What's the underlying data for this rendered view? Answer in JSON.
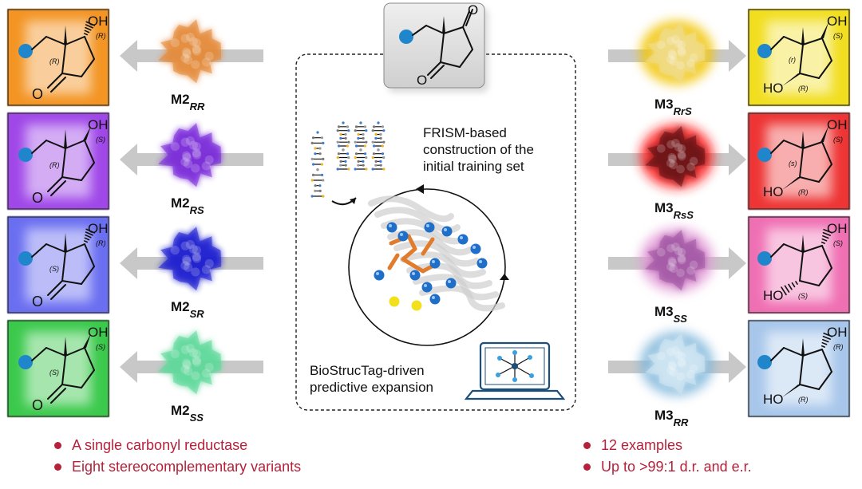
{
  "colors": {
    "accent_text": "#b5213a",
    "substituent_dot": "#1f86cc",
    "arrow_gray": "#c8c8c8"
  },
  "start_material": {
    "icon": "substituted-cyclopentanedione-structure"
  },
  "left_column": [
    {
      "name_main": "M2",
      "name_sub": "RR",
      "oh_config": "(R)",
      "quat_config": "(R)",
      "frame_color": "#f39423",
      "protein_color": "#e48a3a"
    },
    {
      "name_main": "M2",
      "name_sub": "RS",
      "oh_config": "(S)",
      "quat_config": "(R)",
      "frame_color": "#9f47e8",
      "protein_color": "#7a2bd8"
    },
    {
      "name_main": "M2",
      "name_sub": "SR",
      "oh_config": "(R)",
      "quat_config": "(S)",
      "frame_color": "#6a6ef0",
      "protein_color": "#1d1fcf"
    },
    {
      "name_main": "M2",
      "name_sub": "SS",
      "oh_config": "(S)",
      "quat_config": "(S)",
      "frame_color": "#3bc94c",
      "protein_color": "#5fd89a"
    }
  ],
  "right_column": [
    {
      "name_main": "M3",
      "name_sub": "RrS",
      "oh_top": "(S)",
      "oh_bottom": "(R)",
      "quat_config": "(r)",
      "frame_color": "#f1de1f",
      "protein_color": "#f0dc88",
      "glow": "#f2c400"
    },
    {
      "name_main": "M3",
      "name_sub": "RsS",
      "oh_top": "(S)",
      "oh_bottom": "(R)",
      "quat_config": "(s)",
      "frame_color": "#ee3434",
      "protein_color": "#6b1318",
      "glow": "#ff1a1a"
    },
    {
      "name_main": "M3",
      "name_sub": "SS",
      "oh_top": "(S)",
      "oh_bottom": "(S)",
      "quat_config": "",
      "frame_color": "#ef6fb3",
      "protein_color": "#a45aa6",
      "glow": "#e29ad6"
    },
    {
      "name_main": "M3",
      "name_sub": "RR",
      "oh_top": "(R)",
      "oh_bottom": "(R)",
      "quat_config": "",
      "frame_color": "#a7c6ea",
      "protein_color": "#cfe6f3",
      "glow": "#7fb6da"
    }
  ],
  "center": {
    "frism_text": [
      "FRISM-based",
      "construction of the",
      "initial training set"
    ],
    "biostruc_text": [
      "BioStrucTag-driven",
      "predictive expansion"
    ]
  },
  "left_bullets": [
    "A single carbonyl reductase",
    "Eight stereocomplementary variants"
  ],
  "right_bullets": [
    "12 examples",
    "Up to >99:1 d.r. and e.r."
  ]
}
